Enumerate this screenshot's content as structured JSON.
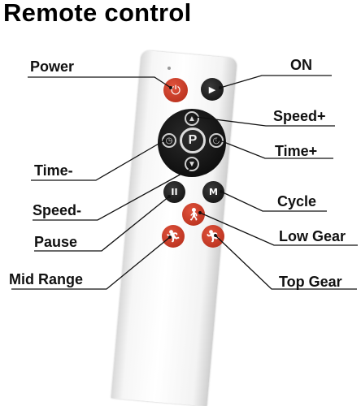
{
  "title": "Remote control",
  "labels": {
    "power": "Power",
    "on": "ON",
    "speed_plus": "Speed+",
    "time_plus": "Time+",
    "time_minus": "Time-",
    "cycle": "Cycle",
    "speed_minus": "Speed-",
    "low_gear": "Low Gear",
    "pause": "Pause",
    "mid_range": "Mid Range",
    "top_gear": "Top Gear"
  },
  "buttons": {
    "power_glyph": "⏻",
    "on_glyph": "▶",
    "pause_glyph": "II",
    "cycle_glyph": "M",
    "center_glyph": "P"
  },
  "colors": {
    "accent_red": "#c0341f",
    "button_black": "#111111"
  }
}
